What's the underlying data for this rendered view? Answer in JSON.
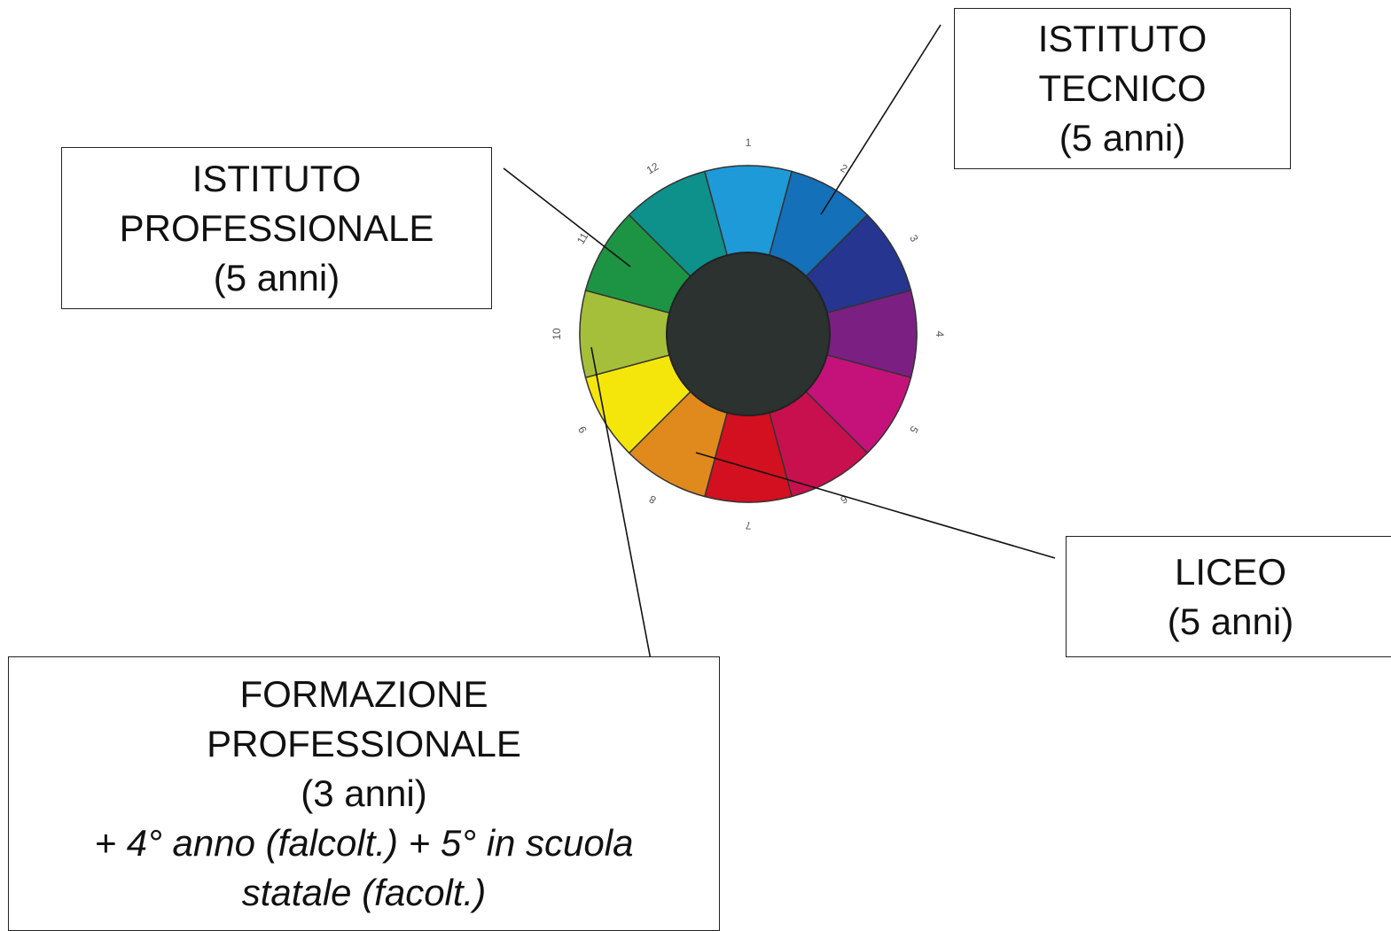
{
  "boxes": {
    "tecnico": [
      "ISTITUTO",
      "TECNICO",
      "(5 anni)"
    ],
    "professionale": [
      "ISTITUTO",
      "PROFESSIONALE",
      "(5 anni)"
    ],
    "liceo": [
      "LICEO",
      "(5 anni)"
    ],
    "formazione": [
      "FORMAZIONE",
      "PROFESSIONALE",
      "(3 anni)"
    ],
    "formazione_note": [
      "+ 4° anno (falcolt.) + 5° in scuola",
      "statale (facolt.)"
    ]
  },
  "wheel": {
    "numbers": [
      "1",
      "2",
      "3",
      "4",
      "5",
      "6",
      "7",
      "8",
      "9",
      "10",
      "11",
      "12"
    ],
    "segment_colors": [
      "#1e9ad8",
      "#1470b8",
      "#253590",
      "#7c1f83",
      "#c5127a",
      "#c8104e",
      "#d3101f",
      "#e08a1d",
      "#f4e60b",
      "#a6bf3a",
      "#1d9443",
      "#0d918a"
    ],
    "hub_color": "#2c3230"
  }
}
